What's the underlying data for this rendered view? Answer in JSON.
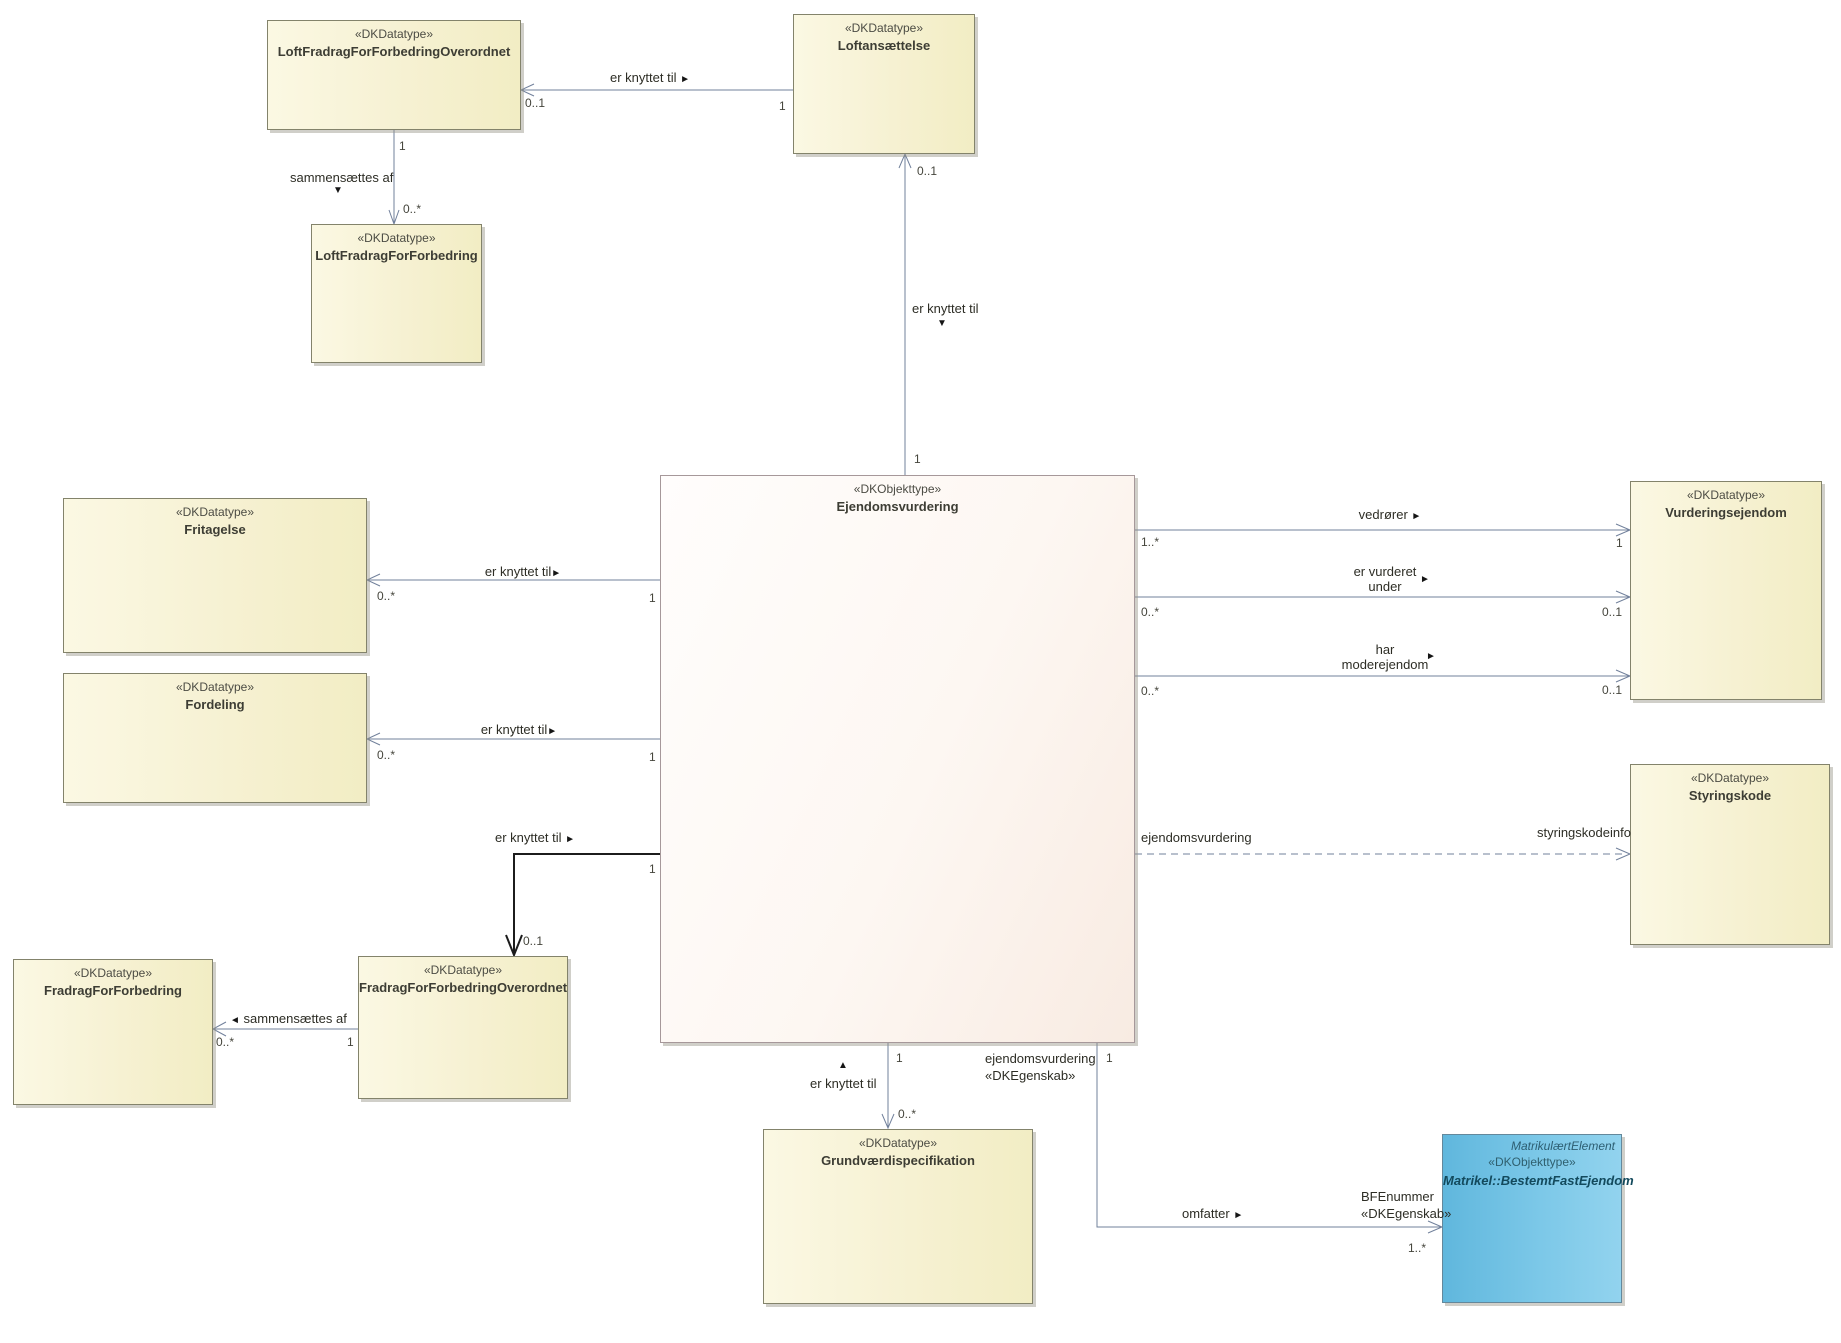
{
  "nodes": {
    "loft_fradrag_overordnet": {
      "stereotype": "«DKDatatype»",
      "name": "LoftFradragForForbedringOverordnet"
    },
    "loftansaettelse": {
      "stereotype": "«DKDatatype»",
      "name": "Loftansættelse"
    },
    "loft_fradrag": {
      "stereotype": "«DKDatatype»",
      "name": "LoftFradragForForbedring"
    },
    "fritagelse": {
      "stereotype": "«DKDatatype»",
      "name": "Fritagelse"
    },
    "fordeling": {
      "stereotype": "«DKDatatype»",
      "name": "Fordeling"
    },
    "ejendomsvurdering": {
      "stereotype": "«DKObjekttype»",
      "name": "Ejendomsvurdering"
    },
    "vurderingsejendom": {
      "stereotype": "«DKDatatype»",
      "name": "Vurderingsejendom"
    },
    "styringskode": {
      "stereotype": "«DKDatatype»",
      "name": "Styringskode"
    },
    "fradrag": {
      "stereotype": "«DKDatatype»",
      "name": "FradragForForbedring"
    },
    "fradrag_overordnet": {
      "stereotype": "«DKDatatype»",
      "name": "FradragForForbedringOverordnet"
    },
    "grundvaerdi": {
      "stereotype": "«DKDatatype»",
      "name": "Grundværdispecifikation"
    },
    "bestemt_fast_ejendom": {
      "classifier": "MatrikulærtElement",
      "stereotype": "«DKObjekttype»",
      "name": "Matrikel::BestemtFastEjendom"
    }
  },
  "edges": {
    "loft_knyttet": {
      "label": "er knyttet til",
      "dir": "►",
      "m_src": "1",
      "m_tgt": "0..1"
    },
    "loft_sammensaettes": {
      "label": "sammensættes af",
      "dir": "▼",
      "m_src": "1",
      "m_tgt": "0..*"
    },
    "ejd_loft": {
      "label": "er knyttet til",
      "dir": "▼",
      "m_src": "1",
      "m_tgt": "0..1"
    },
    "ejd_fritagelse": {
      "label": "er knyttet til",
      "dir": "►",
      "m_src": "1",
      "m_tgt": "0..*"
    },
    "ejd_fordeling": {
      "label": "er knyttet til",
      "dir": "►",
      "m_src": "1",
      "m_tgt": "0..*"
    },
    "ejd_fradrag_over": {
      "label": "er knyttet til",
      "dir": "►",
      "m_src": "1",
      "m_tgt": "0..1"
    },
    "fradrag_sammensaettes": {
      "label": "sammensættes af",
      "dir": "◄",
      "m_src": "1",
      "m_tgt": "0..*"
    },
    "vedroerer": {
      "label": "vedrører",
      "dir": "►",
      "m_src": "1..*",
      "m_tgt": "1"
    },
    "er_vurderet_under": {
      "line1": "er vurderet",
      "line2": "under",
      "dir": "►",
      "m_src": "0..*",
      "m_tgt": "0..1"
    },
    "har_moderejendom": {
      "line1": "har",
      "line2": "moderejendom",
      "dir": "►",
      "m_src": "0..*",
      "m_tgt": "0..1"
    },
    "styringskode_dep": {
      "role_src": "ejendomsvurdering",
      "role_tgt": "styringskodeinfo"
    },
    "ejd_grundvaerdi": {
      "label": "er knyttet til",
      "dir": "▲",
      "m_src": "1",
      "m_tgt": "0..*"
    },
    "omfatter": {
      "label": "omfatter",
      "dir": "►",
      "role_src1": "ejendomsvurdering",
      "role_src2": "«DKEgenskab»",
      "m_src": "1",
      "role_tgt1": "BFEnummer",
      "role_tgt2": "«DKEgenskab»",
      "m_tgt": "1..*"
    }
  },
  "colors": {
    "wire": "#71809b",
    "wire_black": "#1c1c1c",
    "box_yellow": "#f6f1d2",
    "box_pink": "#fdf7f2",
    "box_blue": "#7cc8e8"
  }
}
